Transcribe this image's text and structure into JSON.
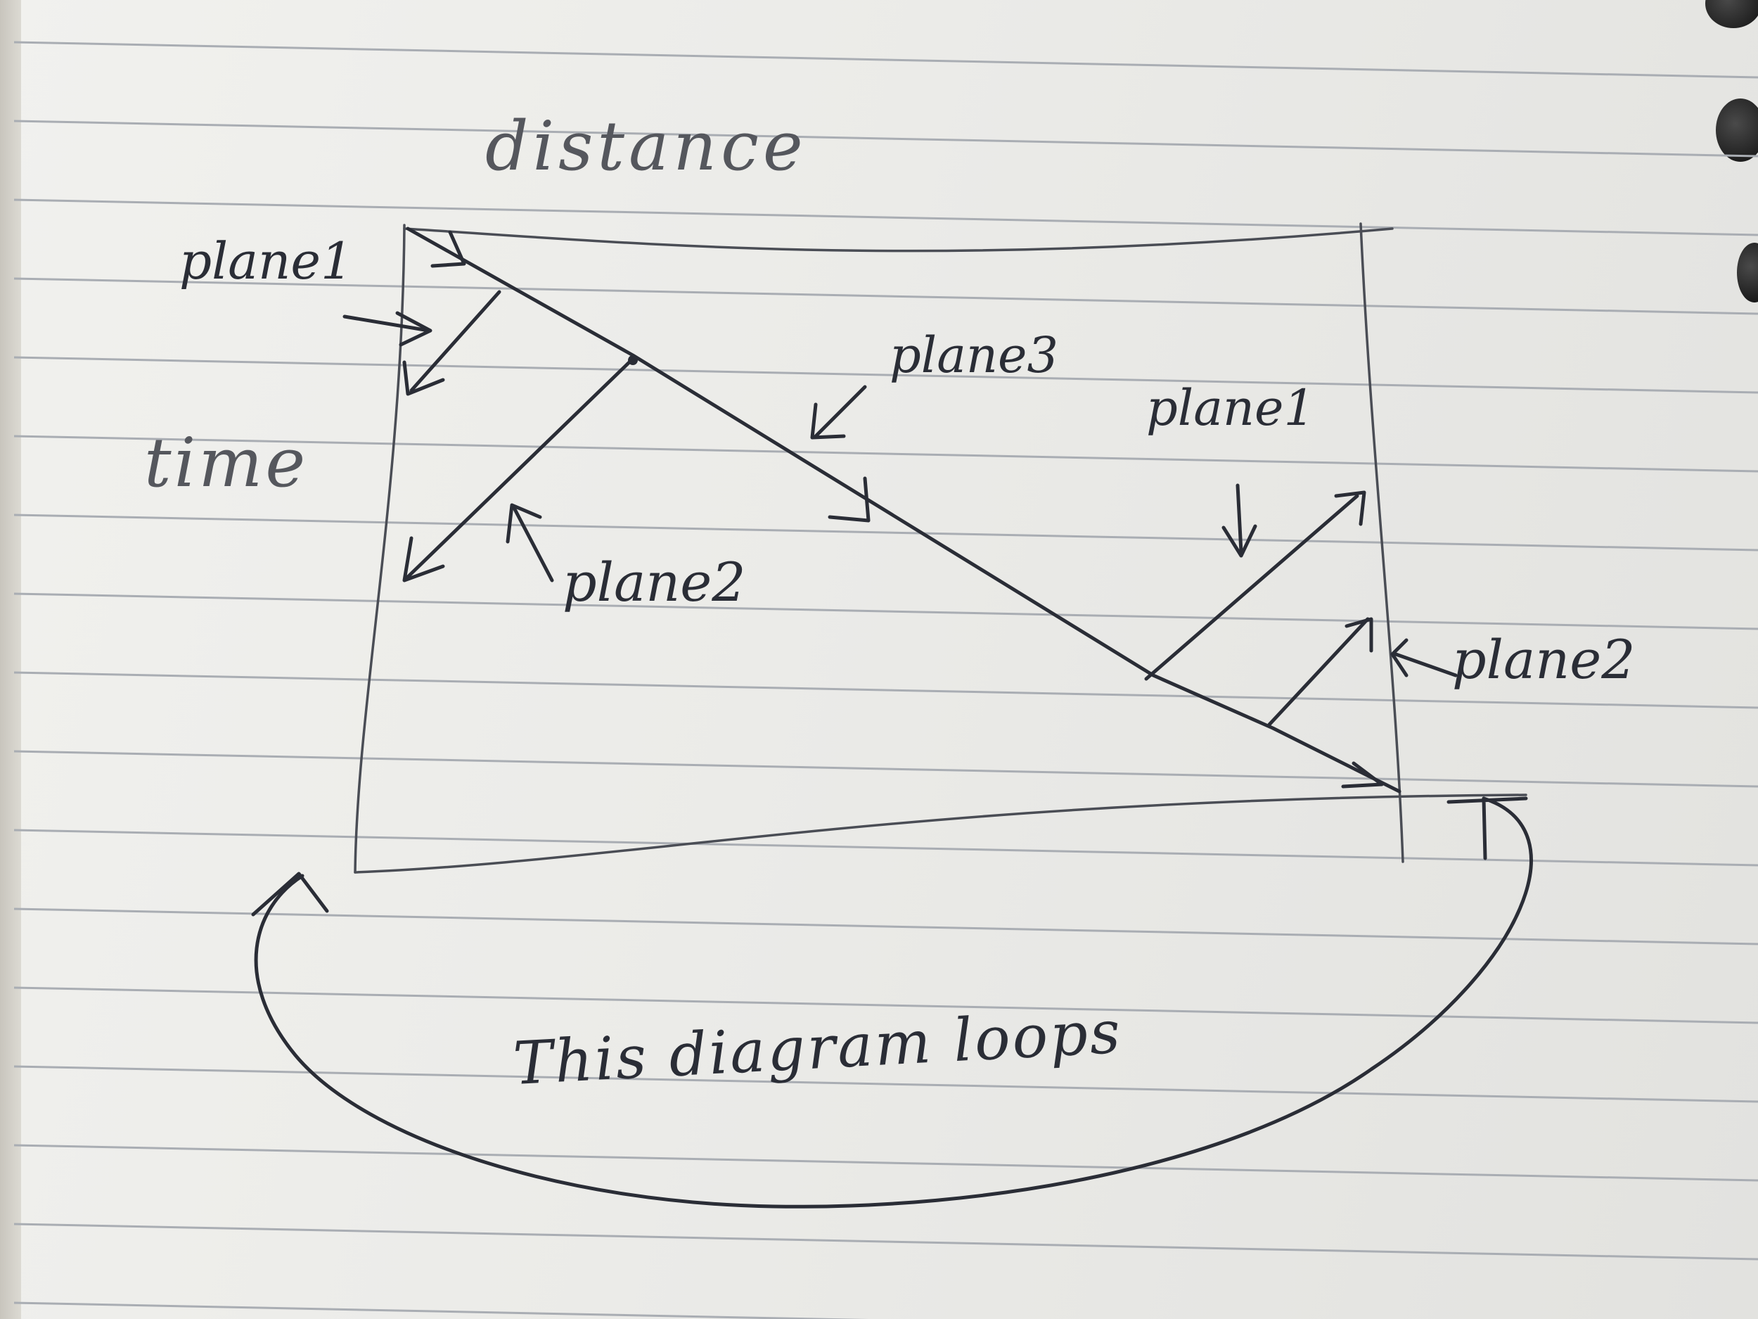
{
  "axes": {
    "x_label": "distance",
    "y_label": "time"
  },
  "labels": {
    "plane1_left": "plane1",
    "plane3": "plane3",
    "plane1_right": "plane1",
    "plane2_left": "plane2",
    "plane2_right": "plane2"
  },
  "caption": "This diagram loops",
  "colors": {
    "ink": "#2a2d36",
    "paper": "#ebebe8",
    "ruled_line": "#a9adb3"
  }
}
